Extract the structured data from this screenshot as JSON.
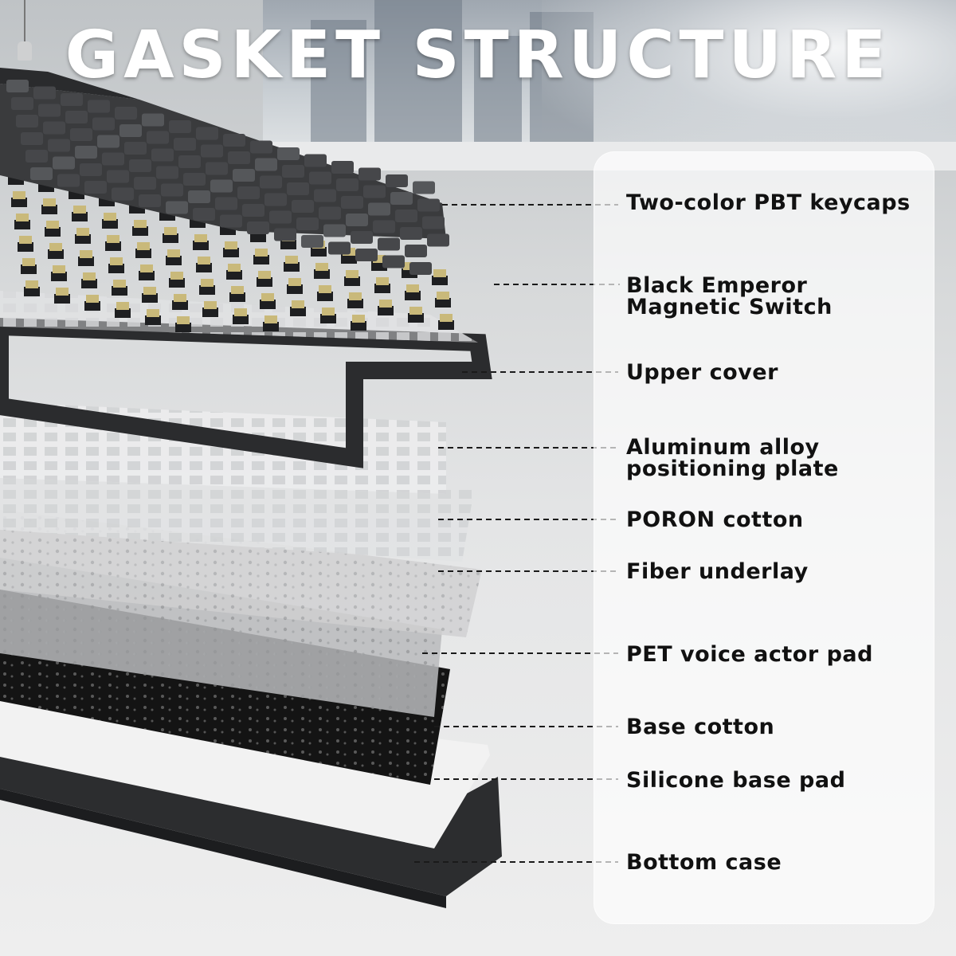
{
  "title": "GASKET STRUCTURE",
  "layers": [
    {
      "label": "Two-color PBT keycaps"
    },
    {
      "label_lines": [
        "Black Emperor",
        "Magnetic Switch"
      ]
    },
    {
      "label": "Upper cover"
    },
    {
      "label_lines": [
        "Aluminum alloy",
        "positioning plate"
      ]
    },
    {
      "label": "PORON cotton"
    },
    {
      "label": "Fiber underlay"
    },
    {
      "label": "PET voice actor pad"
    },
    {
      "label": "Base cotton"
    },
    {
      "label": "Silicone base pad"
    },
    {
      "label": "Bottom case"
    }
  ],
  "colors": {
    "keycap": "#3a3b3d",
    "switch_stem": "#c9b97a",
    "plate": "#e6e7e8",
    "base_cotton": "#141414",
    "bottom_case": "#2c2d2f"
  }
}
